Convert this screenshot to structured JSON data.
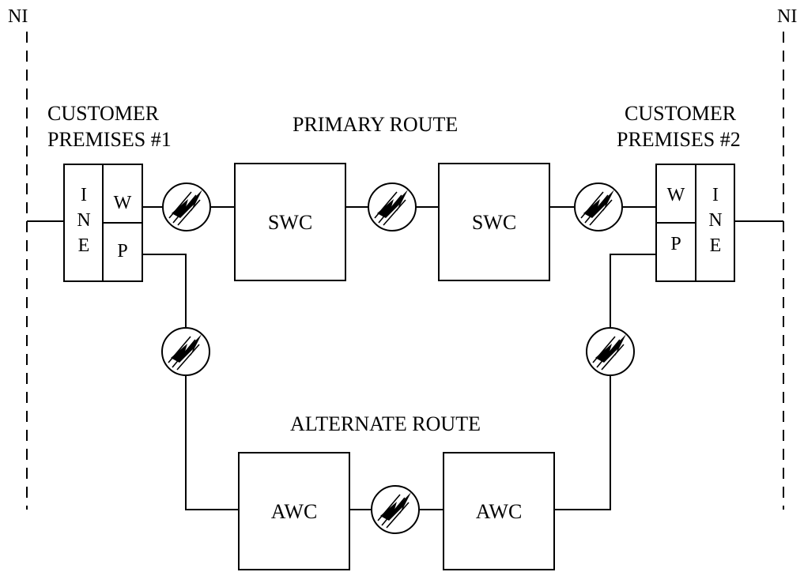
{
  "ni": {
    "left_label": "NI",
    "right_label": "NI"
  },
  "premises": {
    "one": {
      "line1": "CUSTOMER",
      "line2": "PREMISES #1",
      "ine": [
        "I",
        "N",
        "E"
      ],
      "w": "W",
      "p": "P"
    },
    "two": {
      "line1": "CUSTOMER",
      "line2": "PREMISES #2",
      "ine": [
        "I",
        "N",
        "E"
      ],
      "w": "W",
      "p": "P"
    }
  },
  "routes": {
    "primary_label": "PRIMARY ROUTE",
    "alternate_label": "ALTERNATE ROUTE"
  },
  "centers": {
    "swc1": "SWC",
    "swc2": "SWC",
    "awc1": "AWC",
    "awc2": "AWC"
  },
  "icons": {
    "link_icon": "fiber-link-icon"
  }
}
